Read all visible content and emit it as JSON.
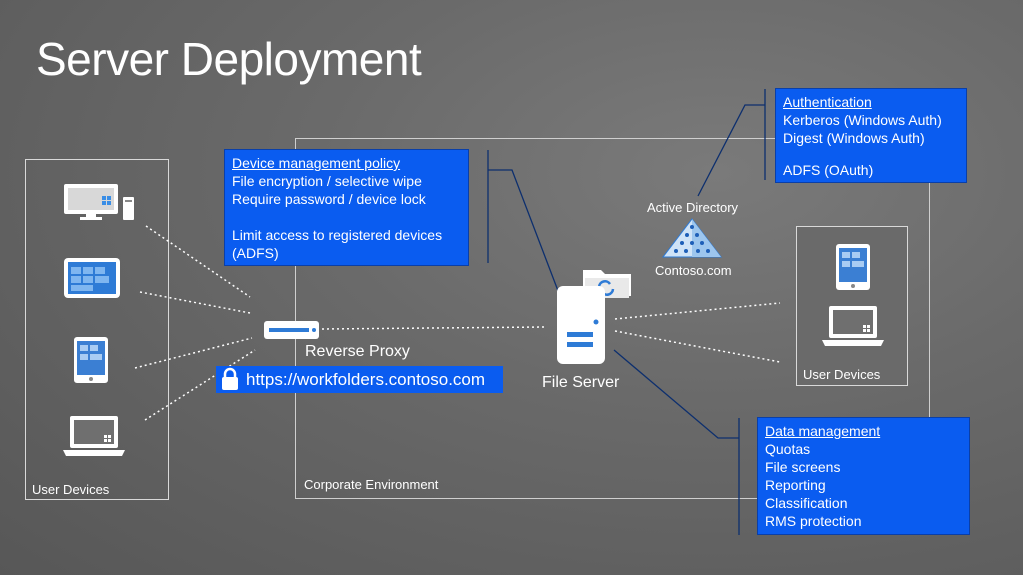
{
  "title": "Server Deployment",
  "left_group_label": "User Devices",
  "right_group_label": "User Devices",
  "corporate_label": "Corporate Environment",
  "reverse_proxy_label": "Reverse Proxy",
  "url": "https://workfolders.contoso.com",
  "file_server_label": "File Server",
  "active_directory_label": "Active Directory",
  "active_directory_domain": "Contoso.com",
  "device_policy_box": {
    "heading": "Device management policy",
    "lines": [
      "File encryption / selective wipe",
      "Require password / device lock",
      "",
      "Limit access to registered devices",
      "(ADFS)"
    ]
  },
  "auth_box": {
    "heading": "Authentication",
    "lines": [
      "Kerberos (Windows Auth)",
      "Digest (Windows Auth)",
      "",
      "ADFS (OAuth)"
    ]
  },
  "data_mgmt_box": {
    "heading": "Data management",
    "lines": [
      "Quotas",
      "File screens",
      "Reporting",
      "Classification",
      "RMS protection"
    ]
  },
  "colors": {
    "accent_blue": "#0a5cf0",
    "background": "#666666",
    "line": "#ffffff",
    "connector": "#0d2f6e"
  }
}
